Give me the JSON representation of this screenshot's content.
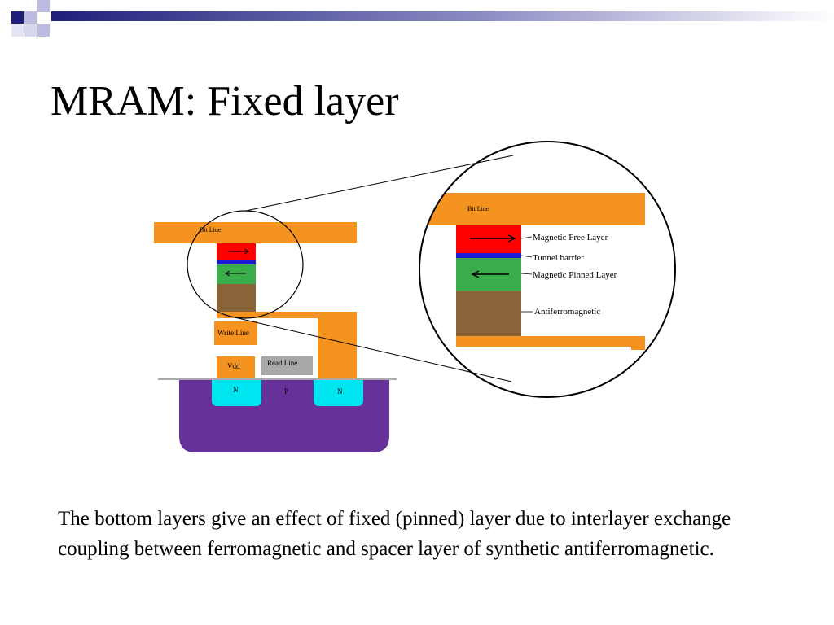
{
  "slide": {
    "title": "MRAM: Fixed layer",
    "body": "The bottom layers give an effect of fixed (pinned) layer due to interlayer exchange coupling between ferromagnetic and spacer layer of synthetic antiferromagnetic."
  },
  "diagram": {
    "cell": {
      "bit_line": "Bit Line",
      "write_line": "Write Line",
      "vdd": "Vdd",
      "read_line": "Read Line",
      "n_left": "N",
      "p_region": "P",
      "n_right": "N"
    },
    "zoom": {
      "bit_line": "Bit Line",
      "free_layer": "Magnetic Free Layer",
      "tunnel_barrier": "Tunnel barrier",
      "pinned_layer": "Magnetic Pinned Layer",
      "antiferromagnetic": "Antiferromagnetic"
    }
  },
  "colors": {
    "accent_navy": "#1f1f7a",
    "accent_lavender": "#9a9acc",
    "metal_orange": "#f59320",
    "free_layer_red": "#ff0000",
    "tunnel_blue": "#1b1bd4",
    "pinned_green": "#3aad4a",
    "afm_brown": "#8a6338",
    "n_region_cyan": "#00e6f0",
    "substrate_purple": "#66329a",
    "read_line_gray": "#a8a8a8"
  }
}
